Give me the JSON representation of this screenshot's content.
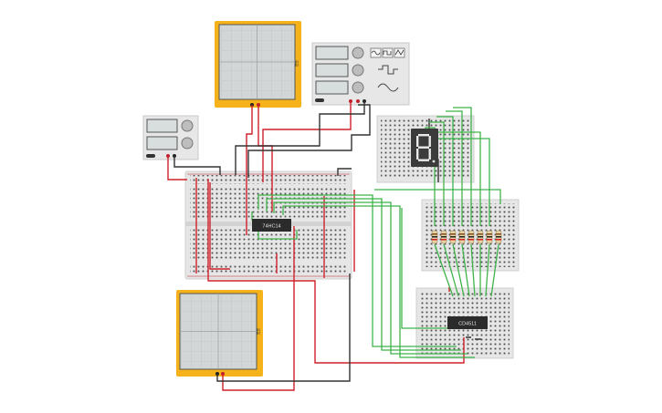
{
  "colors": {
    "wire_red": "#d0202a",
    "wire_black": "#333333",
    "wire_green": "#3fb34a",
    "scope_frame": "#f5b21b",
    "scope_screen": "#d3d6d6",
    "board": "#e6e6e6",
    "chip": "#2b2b2b",
    "display_body": "#3b3b3b",
    "display_segment": "#e9e9e9",
    "resistor_body": "#e9d3a3",
    "instrument_panel": "#e7e7e7",
    "lcd": "#d8dede"
  },
  "components": {
    "oscilloscope_top": {
      "label": "oscilloscope"
    },
    "oscilloscope_bottom": {
      "label": "oscilloscope"
    },
    "power_supply": {
      "label": "power supply"
    },
    "function_generator": {
      "label": "function generator"
    },
    "chip_main": {
      "label": "74HC14"
    },
    "chip_counter": {
      "label": "CD4511"
    },
    "seven_segment": {
      "digit": "8"
    }
  },
  "icons": [
    "sine-wave-icon",
    "square-wave-icon",
    "triangle-wave-icon",
    "probe-icon",
    "knob-icon"
  ]
}
